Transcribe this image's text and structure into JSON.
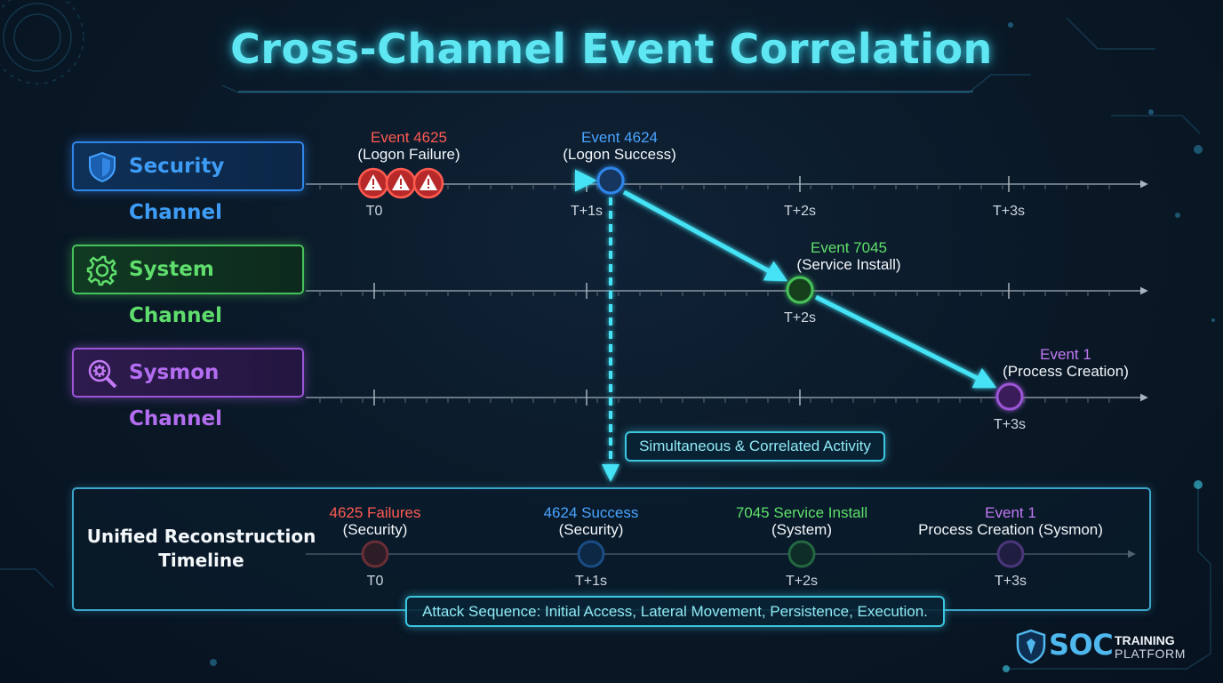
{
  "title": "Cross-Channel Event Correlation",
  "colors": {
    "accent": "#5fe6f3",
    "security": "#3e9cf6",
    "system": "#5fdd6c",
    "sysmon": "#b36df0",
    "failure": "#ff5a52"
  },
  "channels": [
    {
      "label": "Security Channel",
      "icon": "shield-icon"
    },
    {
      "label": "System Channel",
      "icon": "gear-icon"
    },
    {
      "label": "Sysmon Channel",
      "icon": "magnifier-gear-icon"
    }
  ],
  "security_row": {
    "event_4625": {
      "title": "Event 4625",
      "desc": "(Logon Failure)",
      "time": "T0",
      "icon": "warning-icon"
    },
    "event_4624": {
      "title": "Event 4624",
      "desc": "(Logon Success)",
      "time": "T+1s"
    },
    "ticks": [
      "T+2s",
      "T+3s"
    ]
  },
  "system_row": {
    "event_7045": {
      "title": "Event 7045",
      "desc": "(Service Install)",
      "time": "T+2s"
    }
  },
  "sysmon_row": {
    "event_1": {
      "title": "Event 1",
      "desc": "(Process Creation)",
      "time": "T+3s"
    }
  },
  "correlation_callout": "Simultaneous & Correlated Activity",
  "unified": {
    "title_line1": "Unified Reconstruction",
    "title_line2": "Timeline",
    "steps": [
      {
        "title": "4625 Failures",
        "sub": "(Security)",
        "time": "T0"
      },
      {
        "title": "4624 Success",
        "sub": "(Security)",
        "time": "T+1s"
      },
      {
        "title": "7045 Service Install",
        "sub": "(System)",
        "time": "T+2s"
      },
      {
        "title": "Event 1",
        "sub": "Process Creation (Sysmon)",
        "time": "T+3s"
      }
    ],
    "sequence": "Attack Sequence: Initial Access, Lateral Movement, Persistence, Execution."
  },
  "logo": {
    "main": "SOC",
    "line1": "TRAINING",
    "line2": "PLATFORM"
  }
}
